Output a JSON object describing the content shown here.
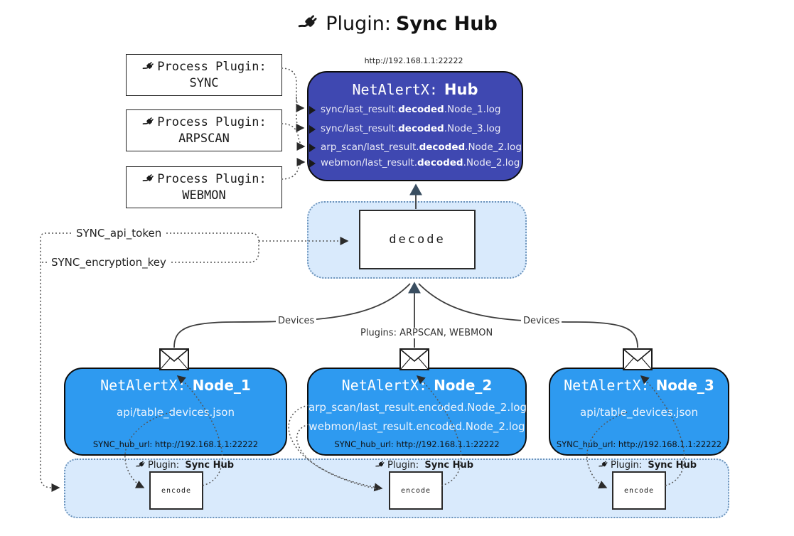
{
  "title": {
    "prefix": "Plugin:",
    "name": "Sync Hub"
  },
  "hub": {
    "url": "http://192.168.1.1:22222",
    "app": "NetAlertX:",
    "name": "Hub",
    "logs": [
      {
        "pre": "sync/last_result.",
        "mid": "decoded",
        "post": ".Node_1.log"
      },
      {
        "pre": "sync/last_result.",
        "mid": "decoded",
        "post": ".Node_3.log"
      },
      {
        "pre": "arp_scan/last_result.",
        "mid": "decoded",
        "post": ".Node_2.log"
      },
      {
        "pre": "webmon/last_result.",
        "mid": "decoded",
        "post": ".Node_2.log"
      }
    ]
  },
  "process_plugins": [
    {
      "label": "Process Plugin:",
      "name": "SYNC"
    },
    {
      "label": "Process Plugin:",
      "name": "ARPSCAN"
    },
    {
      "label": "Process Plugin:",
      "name": "WEBMON"
    }
  ],
  "decode": {
    "label": "decode"
  },
  "keys": {
    "api_token": "SYNC_api_token",
    "encryption_key": "SYNC_encryption_key"
  },
  "edges": {
    "devices_left": "Devices",
    "plugins_center": "Plugins: ARPSCAN, WEBMON",
    "devices_right": "Devices"
  },
  "nodes": [
    {
      "app": "NetAlertX:",
      "name": "Node_1",
      "files": [
        "api/table_devices.json"
      ],
      "hub_url": "SYNC_hub_url: http://192.168.1.1:22222"
    },
    {
      "app": "NetAlertX:",
      "name": "Node_2",
      "files": [
        "arp_scan/last_result.encoded.Node_2.log",
        "webmon/last_result.encoded.Node_2.log"
      ],
      "hub_url": "SYNC_hub_url: http://192.168.1.1:22222"
    },
    {
      "app": "NetAlertX:",
      "name": "Node_3",
      "files": [
        "api/table_devices.json"
      ],
      "hub_url": "SYNC_hub_url: http://192.168.1.1:22222"
    }
  ],
  "encoders": [
    {
      "plugin_label": "Plugin:",
      "plugin_name": "Sync Hub",
      "box_label": "encode"
    },
    {
      "plugin_label": "Plugin:",
      "plugin_name": "Sync Hub",
      "box_label": "encode"
    },
    {
      "plugin_label": "Plugin:",
      "plugin_name": "Sync Hub",
      "box_label": "encode"
    }
  ],
  "colors": {
    "hub_fill": "#3f48b1",
    "node_fill": "#2e9af0",
    "panel_fill": "#d9eafc",
    "panel_border": "#6b93bb",
    "hub_text": "#eaeaf6",
    "node_text": "#ecf4fd",
    "line": "#3d3d3d",
    "dotted": "#555555",
    "arrow_dark": "#3a4e60"
  }
}
